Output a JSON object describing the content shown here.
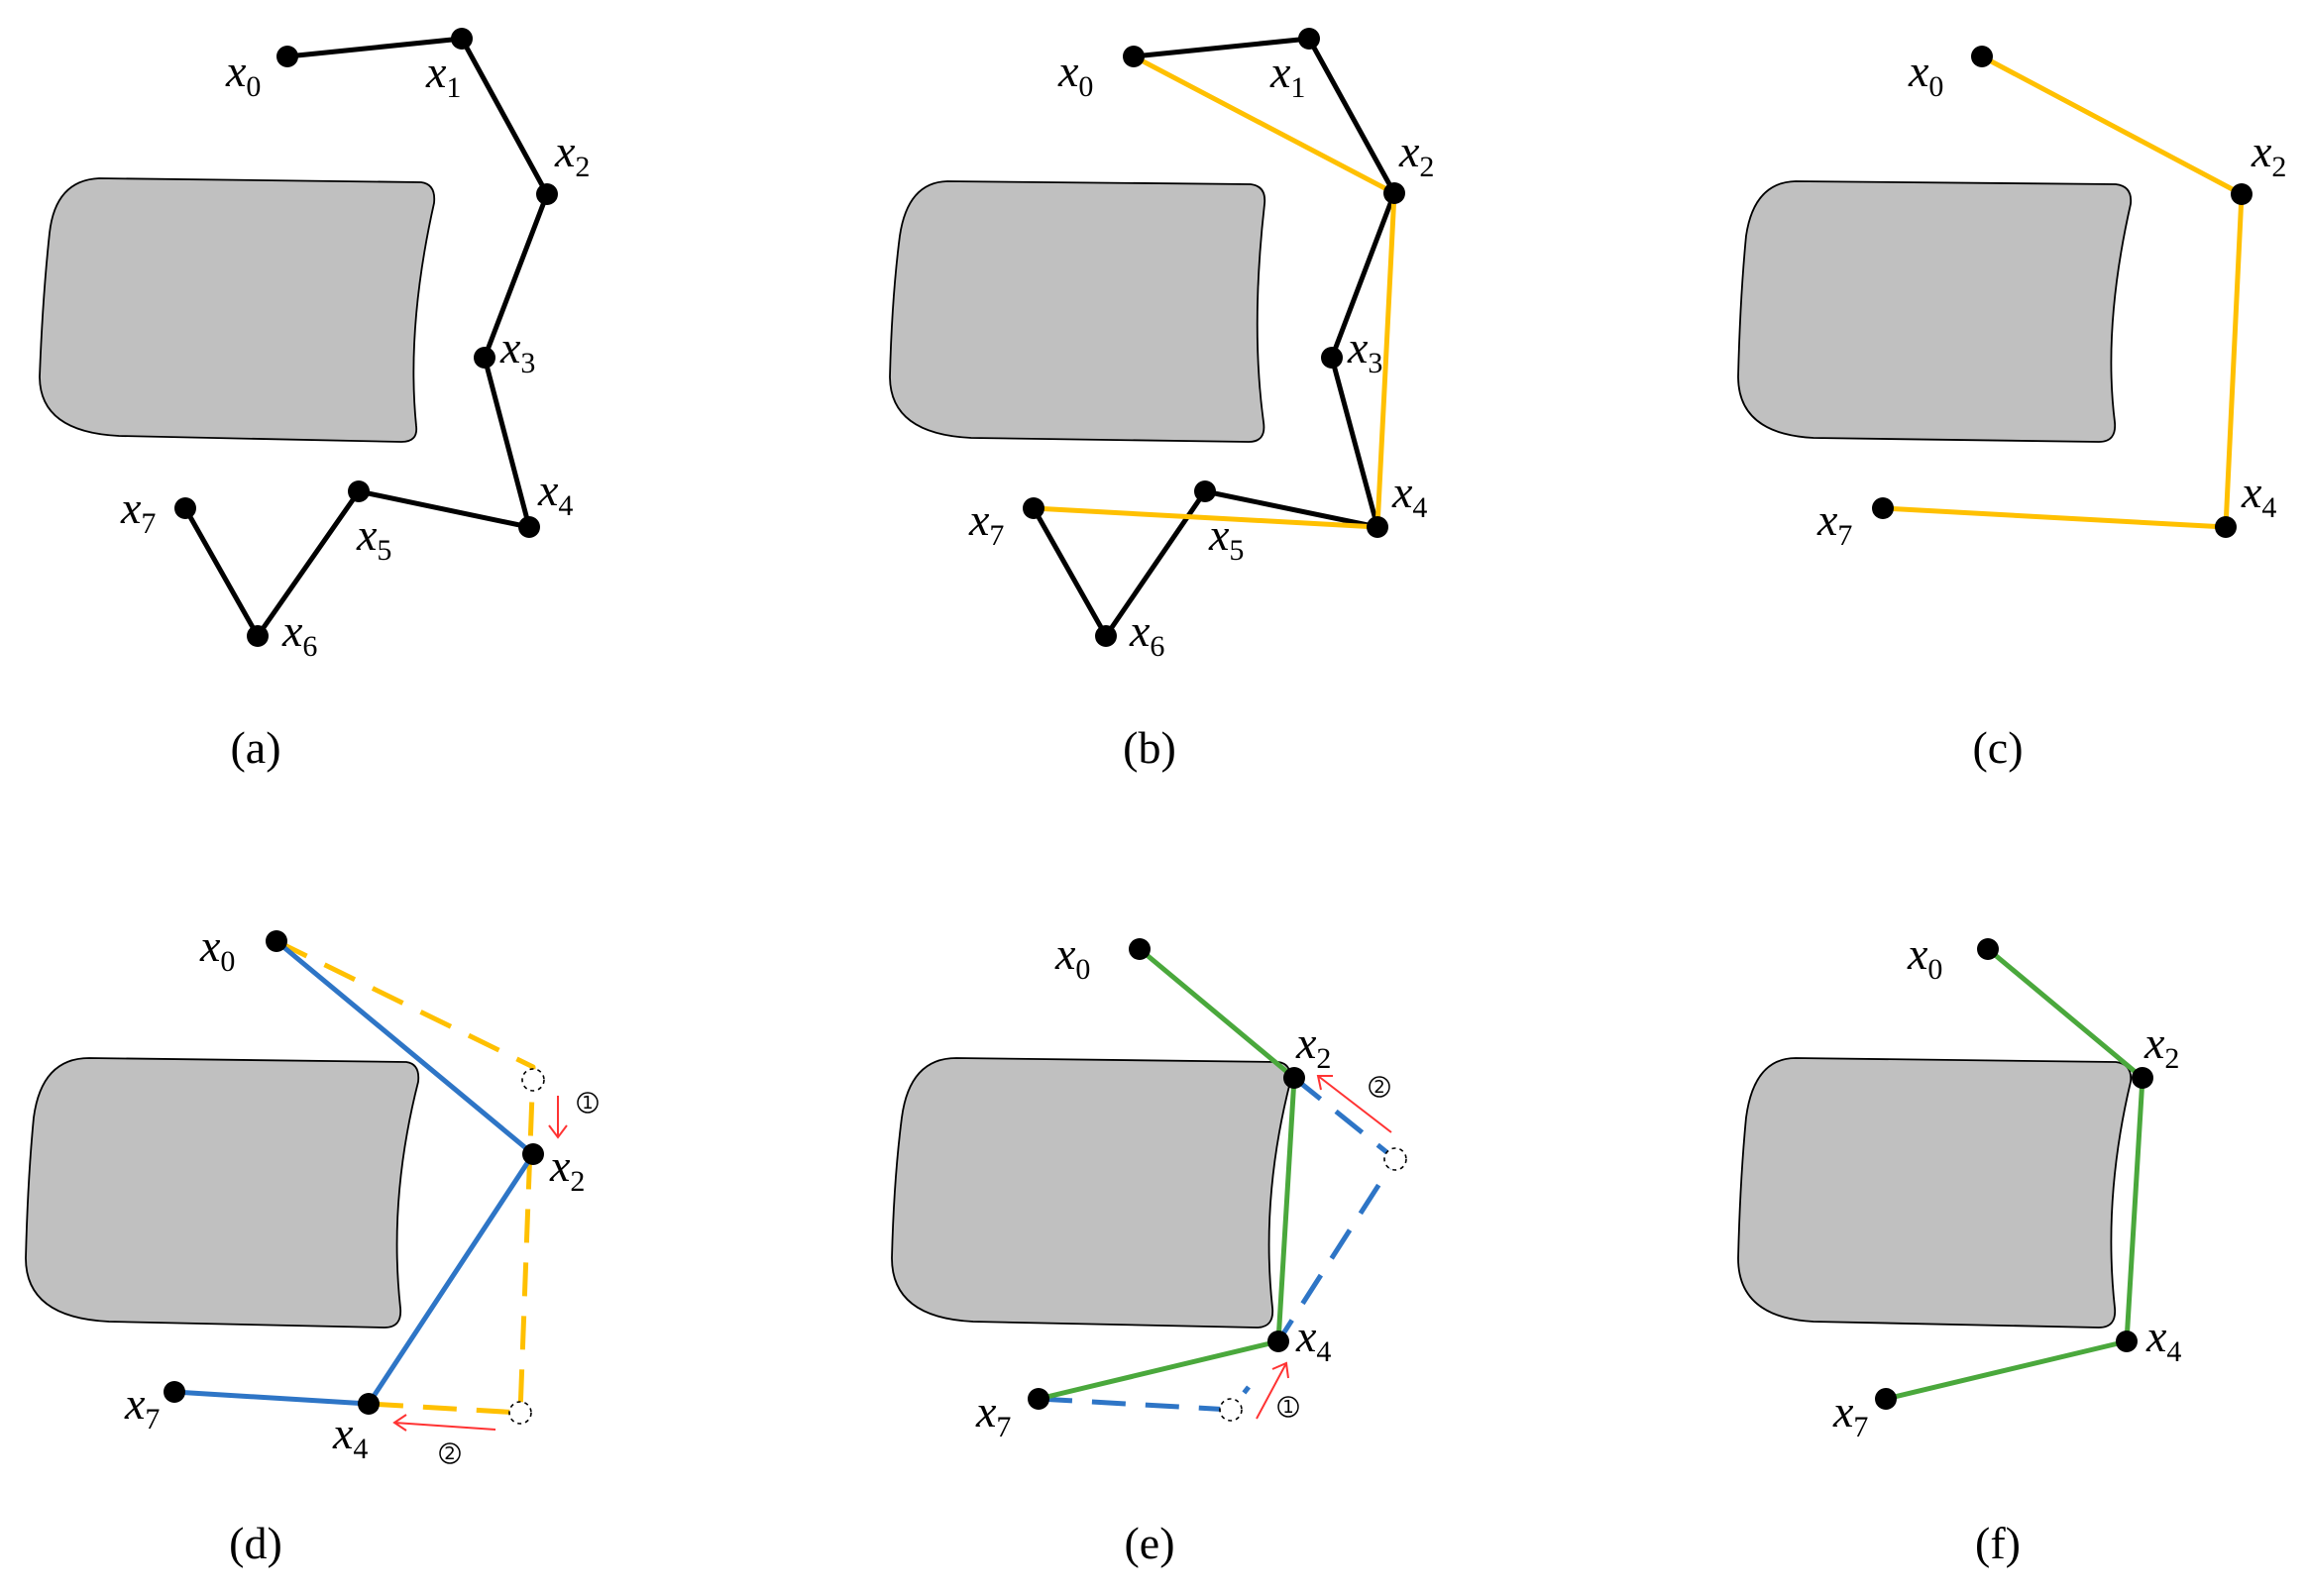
{
  "colors": {
    "black": "#000000",
    "orange": "#ffc000",
    "blue": "#2e75c6",
    "green": "#4aa83c",
    "obstacle": "#c0c0c0",
    "arrow": "#ff3333"
  },
  "panels": [
    {
      "id": "a",
      "caption": "(a)",
      "points": [
        {
          "name": "x",
          "sub": "0"
        },
        {
          "name": "x",
          "sub": "1"
        },
        {
          "name": "x",
          "sub": "2"
        },
        {
          "name": "x",
          "sub": "3"
        },
        {
          "name": "x",
          "sub": "4"
        },
        {
          "name": "x",
          "sub": "5"
        },
        {
          "name": "x",
          "sub": "6"
        },
        {
          "name": "x",
          "sub": "7"
        }
      ]
    },
    {
      "id": "b",
      "caption": "(b)",
      "points": [
        {
          "name": "x",
          "sub": "0"
        },
        {
          "name": "x",
          "sub": "1"
        },
        {
          "name": "x",
          "sub": "2"
        },
        {
          "name": "x",
          "sub": "3"
        },
        {
          "name": "x",
          "sub": "4"
        },
        {
          "name": "x",
          "sub": "5"
        },
        {
          "name": "x",
          "sub": "6"
        },
        {
          "name": "x",
          "sub": "7"
        }
      ]
    },
    {
      "id": "c",
      "caption": "(c)",
      "points": [
        {
          "name": "x",
          "sub": "0"
        },
        {
          "name": "x",
          "sub": "2"
        },
        {
          "name": "x",
          "sub": "4"
        },
        {
          "name": "x",
          "sub": "7"
        }
      ]
    },
    {
      "id": "d",
      "caption": "(d)",
      "points": [
        {
          "name": "x",
          "sub": "0"
        },
        {
          "name": "x",
          "sub": "2"
        },
        {
          "name": "x",
          "sub": "4"
        },
        {
          "name": "x",
          "sub": "7"
        }
      ],
      "steps": [
        "①",
        "②"
      ]
    },
    {
      "id": "e",
      "caption": "(e)",
      "points": [
        {
          "name": "x",
          "sub": "0"
        },
        {
          "name": "x",
          "sub": "2"
        },
        {
          "name": "x",
          "sub": "4"
        },
        {
          "name": "x",
          "sub": "7"
        }
      ],
      "steps": [
        "①",
        "②"
      ]
    },
    {
      "id": "f",
      "caption": "(f)",
      "points": [
        {
          "name": "x",
          "sub": "0"
        },
        {
          "name": "x",
          "sub": "2"
        },
        {
          "name": "x",
          "sub": "4"
        },
        {
          "name": "x",
          "sub": "7"
        }
      ]
    }
  ]
}
